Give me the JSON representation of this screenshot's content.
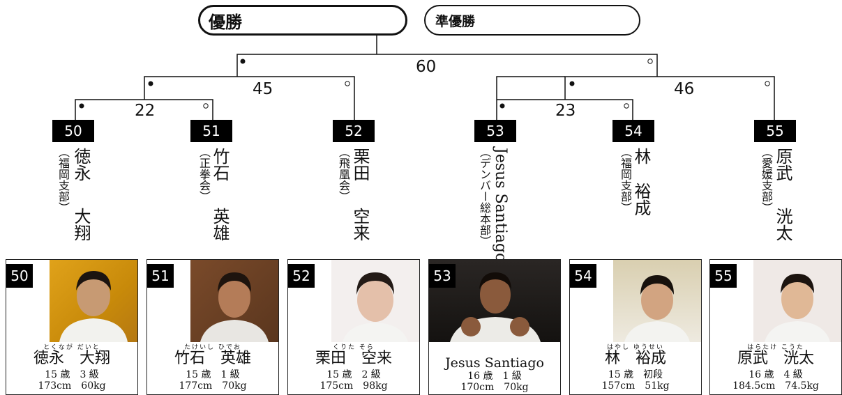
{
  "header": {
    "winner_label": "優勝",
    "runner_up_label": "準優勝"
  },
  "matches": [
    {
      "id": "m60",
      "number": "60"
    },
    {
      "id": "m45",
      "number": "45"
    },
    {
      "id": "m22",
      "number": "22"
    },
    {
      "id": "m46",
      "number": "46"
    },
    {
      "id": "m23",
      "number": "23"
    }
  ],
  "competitors": [
    {
      "number": "50",
      "affiliation": "（福岡支部）",
      "surname": "徳永",
      "given": "大翔",
      "furigana_full": "とくなが だいと",
      "card_name": "徳永　大翔",
      "age": "15 歳",
      "rank": "3 級",
      "height": "173cm",
      "weight": "60kg"
    },
    {
      "number": "51",
      "affiliation": "（正拳会）",
      "surname": "竹石",
      "given": "英雄",
      "furigana_full": "たけいし ひでお",
      "card_name": "竹石　英雄",
      "age": "15 歳",
      "rank": "1 級",
      "height": "177cm",
      "weight": "70kg"
    },
    {
      "number": "52",
      "affiliation": "（飛凰会）",
      "surname": "栗田",
      "given": "空来",
      "furigana_full": "くりた そら",
      "card_name": "栗田　空来",
      "age": "15 歳",
      "rank": "2 級",
      "height": "175cm",
      "weight": "98kg"
    },
    {
      "number": "53",
      "affiliation": "（デンバー総本部）",
      "surname": "Jesus Santiago",
      "given": "",
      "furigana_full": "",
      "card_name": "Jesus Santiago",
      "age": "16 歳",
      "rank": "1 級",
      "height": "170cm",
      "weight": "70kg"
    },
    {
      "number": "54",
      "affiliation": "（福岡支部）",
      "surname": "林",
      "given": "裕成",
      "furigana_full": "はやし ゆうせい",
      "card_name": "林　裕成",
      "age": "15 歳",
      "rank": "初段",
      "height": "157cm",
      "weight": "51kg"
    },
    {
      "number": "55",
      "affiliation": "（愛媛支部）",
      "surname": "原武",
      "given": "洸太",
      "furigana_full": "はらたけ こうた",
      "card_name": "原武　洸太",
      "age": "16 歳",
      "rank": "4 級",
      "height": "184.5cm",
      "weight": "74.5kg"
    }
  ],
  "colors": {
    "line": "#111111",
    "badge": "#000000",
    "badge_text": "#ffffff"
  },
  "icons": {
    "winner_side": "filled-dot-icon",
    "loser_side": "open-dot-icon"
  }
}
